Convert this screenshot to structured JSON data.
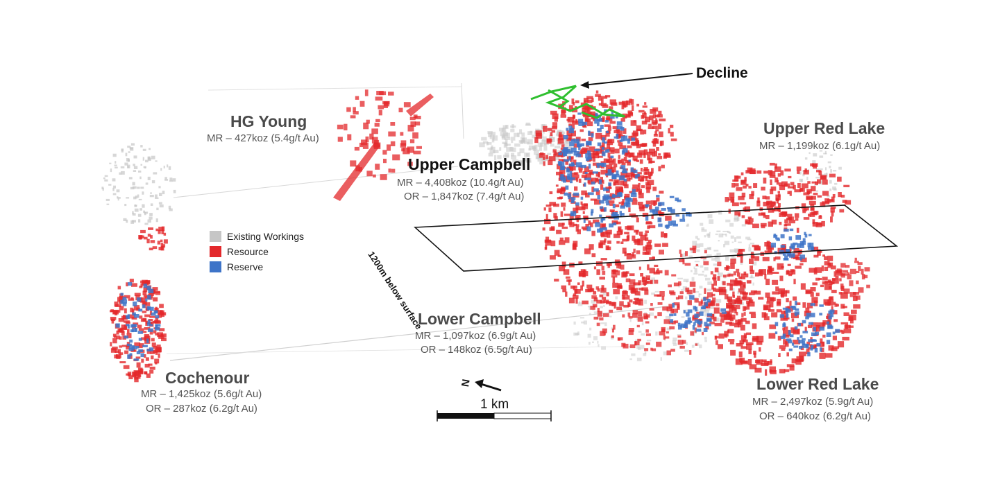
{
  "colors": {
    "existing_workings": "#c6c6c6",
    "resource": "#e3282b",
    "reserve": "#3e74c8",
    "decline": "#2fbf2f"
  },
  "legend": {
    "items": [
      {
        "label": "Existing Workings",
        "color": "#c6c6c6"
      },
      {
        "label": "Resource",
        "color": "#e3282b"
      },
      {
        "label": "Reserve",
        "color": "#3e74c8"
      }
    ]
  },
  "zones": {
    "hg_young": {
      "title": "HG Young",
      "mr": "MR – 427koz (5.4g/t Au)"
    },
    "upper_campbell": {
      "title": "Upper Campbell",
      "mr": "MR  –  4,408koz (10.4g/t Au)",
      "or": "OR – 1,847koz (7.4g/t Au)"
    },
    "upper_red_lake": {
      "title": "Upper Red Lake",
      "mr": "MR – 1,199koz (6.1g/t Au)"
    },
    "lower_campbell": {
      "title": "Lower Campbell",
      "mr": "MR – 1,097koz (6.9g/t Au)",
      "or": "OR – 148koz (6.5g/t Au)"
    },
    "cochenour": {
      "title": "Cochenour",
      "mr": "MR – 1,425koz (5.6g/t Au)",
      "or": "OR – 287koz (6.2g/t Au)"
    },
    "lower_red_lake": {
      "title": "Lower Red Lake",
      "mr": "MR – 2,497koz (5.9g/t Au)",
      "or": "OR – 640koz (6.2g/t Au)"
    }
  },
  "annotations": {
    "decline": "Decline",
    "plane": "1200m below surface",
    "scale": "1 km",
    "north": "N"
  }
}
